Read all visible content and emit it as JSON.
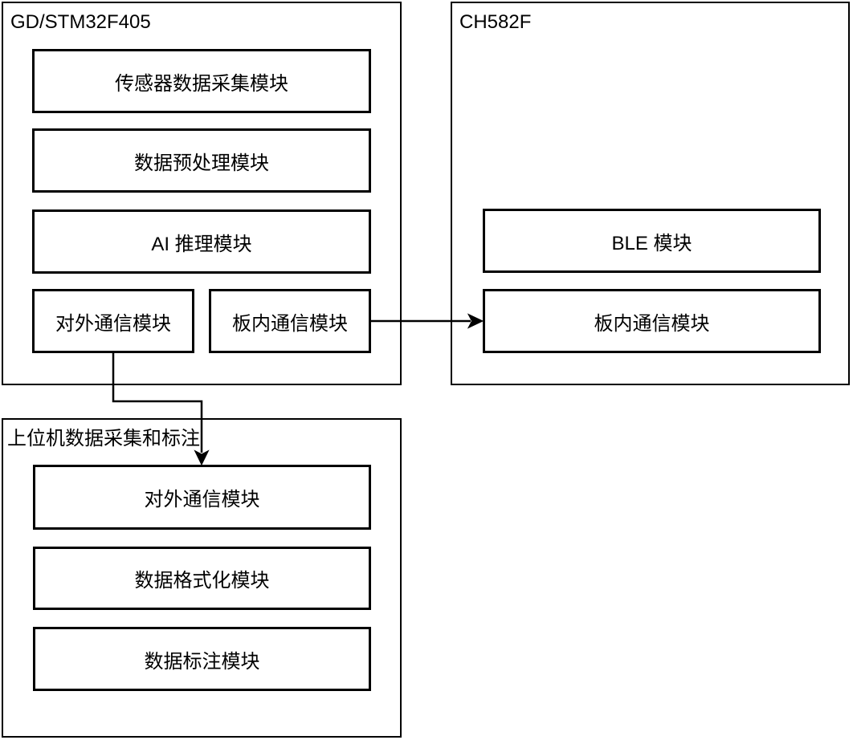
{
  "diagram": {
    "background_color": "#ffffff",
    "line_color": "#000000",
    "text_color": "#000000",
    "containers": [
      {
        "title": "GD/STM32F405",
        "blocks": [
          {
            "label": "传感器数据采集模块"
          },
          {
            "label": "数据预处理模块"
          },
          {
            "label": "AI 推理模块"
          },
          {
            "label": "对外通信模块"
          },
          {
            "label": "板内通信模块"
          }
        ]
      },
      {
        "title": "CH582F",
        "blocks": [
          {
            "label": "BLE 模块"
          },
          {
            "label": "板内通信模块"
          }
        ]
      },
      {
        "title": "上位机数据采集和标注",
        "blocks": [
          {
            "label": "对外通信模块"
          },
          {
            "label": "数据格式化模块"
          },
          {
            "label": "数据标注模块"
          }
        ]
      }
    ],
    "connections": [
      {
        "from": "GD/STM32F405 板内通信模块",
        "to": "CH582F 板内通信模块",
        "shape": "straight-right-arrow"
      },
      {
        "from": "GD/STM32F405 对外通信模块",
        "to": "上位机数据采集和标注 对外通信模块",
        "shape": "elbow-down-arrow"
      }
    ]
  }
}
